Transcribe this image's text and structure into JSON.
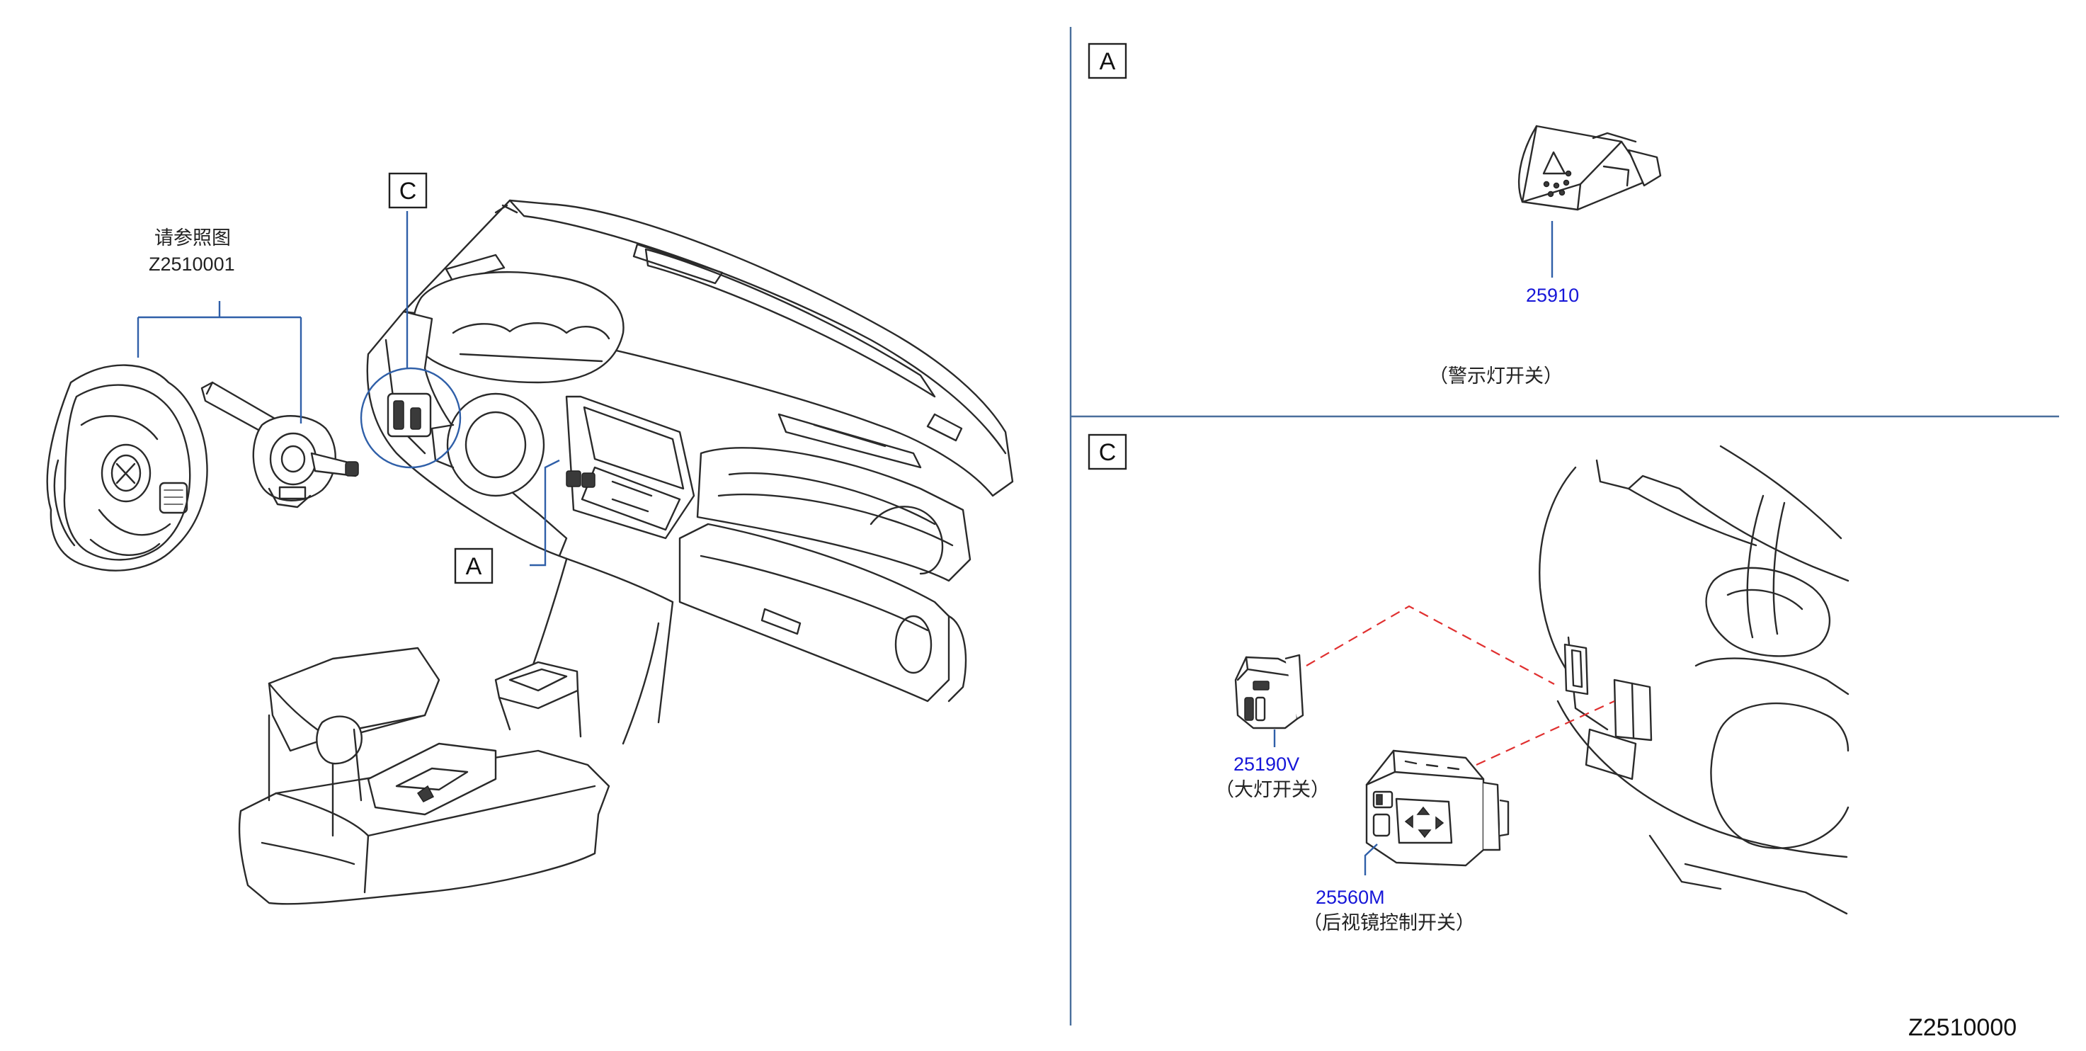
{
  "diagram": {
    "drawing_number": "Z2510000",
    "reference_note": {
      "line1": "请参照图",
      "line2": "Z2510001"
    },
    "callouts": {
      "main_a": "A",
      "main_c": "C",
      "panel_a": "A",
      "panel_c": "C"
    },
    "parts": [
      {
        "number": "25910",
        "name": "（警示灯开关）"
      },
      {
        "number": "25190V",
        "name": "（大灯开关）"
      },
      {
        "number": "25560M",
        "name": "（后视镜控制开关）"
      }
    ],
    "colors": {
      "part_number": "#1616d8",
      "leader_line": "#2f5fa8",
      "separator": "#4a6f9c",
      "dashed_guide": "#e03030"
    }
  }
}
